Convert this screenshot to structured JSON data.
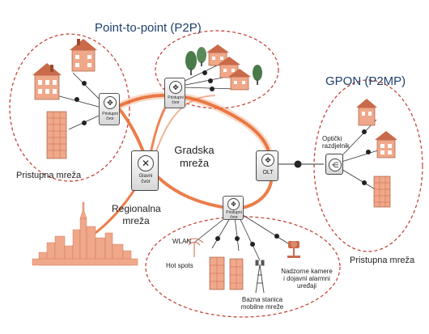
{
  "title_p2p": "Point-to-point (P2P)",
  "title_gpon": "GPON (P2MP)",
  "core_network": [
    "Gradska",
    "mreža"
  ],
  "regional_network": [
    "Regionalna",
    "mreža"
  ],
  "access_network_left": "Pristupna mreža",
  "access_network_right": "Pristupna mreža",
  "main_node": [
    "Glavni",
    "čvor"
  ],
  "access_node": [
    "Pristupni",
    "čvor"
  ],
  "olt": "OLT",
  "splitter": [
    "Optički",
    "razdjelnik"
  ],
  "wlan": "WLAN",
  "hot_spots": "Hot spots",
  "base_station": [
    "Bazna stanica",
    "mobilne mreže"
  ],
  "surveillance": [
    "Nadzorne kamere",
    "i dojavni alarmni",
    "uređaji"
  ],
  "colors": {
    "ring": "#e8662a",
    "dash": "#c0392b",
    "building": "#f0a88a",
    "roof": "#c96a4a",
    "tree": "#4a7a4a"
  }
}
